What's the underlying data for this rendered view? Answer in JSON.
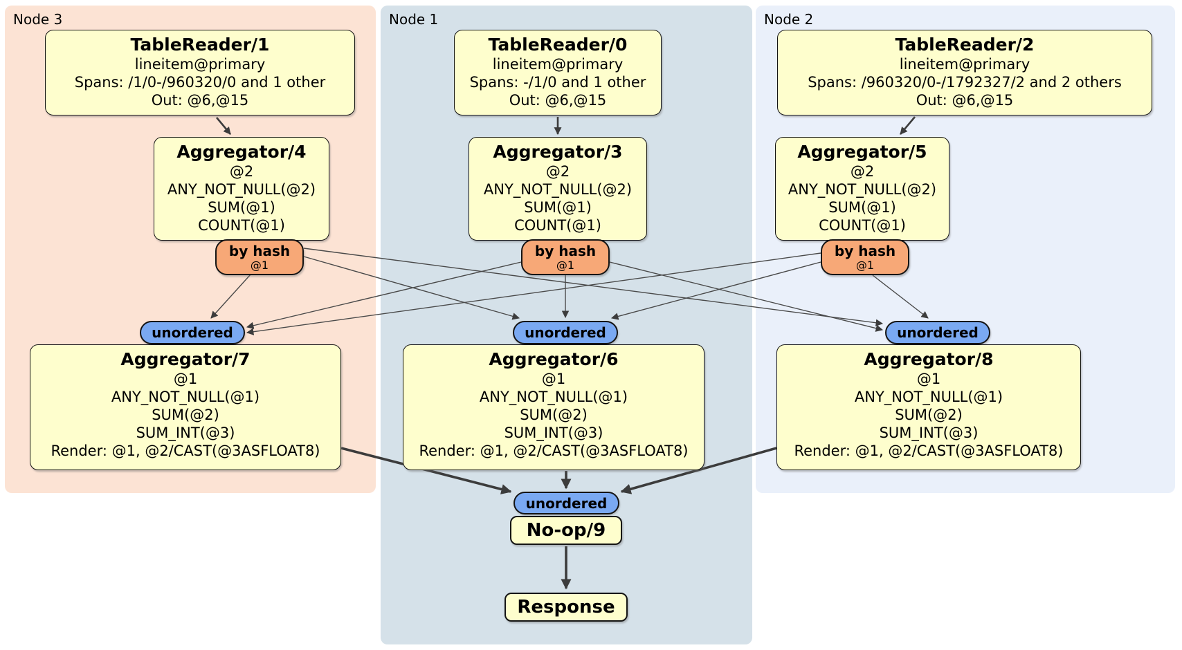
{
  "diagram": {
    "groups": [
      {
        "label": "Node 3",
        "color": "#fce3d4"
      },
      {
        "label": "Node 1",
        "color": "#d5e1e9"
      },
      {
        "label": "Node 2",
        "color": "#eaf0fa"
      }
    ],
    "routers": {
      "label": "by hash",
      "sub": "@1"
    },
    "sync": {
      "label": "unordered"
    },
    "boxes": {
      "tr1": {
        "title": "TableReader/1",
        "lines": [
          "lineitem@primary",
          "Spans: /1/0-/960320/0 and 1 other",
          "Out: @6,@15"
        ]
      },
      "tr0": {
        "title": "TableReader/0",
        "lines": [
          "lineitem@primary",
          "Spans: -/1/0 and 1 other",
          "Out: @6,@15"
        ]
      },
      "tr2": {
        "title": "TableReader/2",
        "lines": [
          "lineitem@primary",
          "Spans: /960320/0-/1792327/2 and 2 others",
          "Out: @6,@15"
        ]
      },
      "agg4": {
        "title": "Aggregator/4",
        "lines": [
          "@2",
          "ANY_NOT_NULL(@2)",
          "SUM(@1)",
          "COUNT(@1)"
        ]
      },
      "agg3": {
        "title": "Aggregator/3",
        "lines": [
          "@2",
          "ANY_NOT_NULL(@2)",
          "SUM(@1)",
          "COUNT(@1)"
        ]
      },
      "agg5": {
        "title": "Aggregator/5",
        "lines": [
          "@2",
          "ANY_NOT_NULL(@2)",
          "SUM(@1)",
          "COUNT(@1)"
        ]
      },
      "agg7": {
        "title": "Aggregator/7",
        "lines": [
          "@1",
          "ANY_NOT_NULL(@1)",
          "SUM(@2)",
          "SUM_INT(@3)",
          "Render: @1, @2/CAST(@3ASFLOAT8)"
        ]
      },
      "agg6": {
        "title": "Aggregator/6",
        "lines": [
          "@1",
          "ANY_NOT_NULL(@1)",
          "SUM(@2)",
          "SUM_INT(@3)",
          "Render: @1, @2/CAST(@3ASFLOAT8)"
        ]
      },
      "agg8": {
        "title": "Aggregator/8",
        "lines": [
          "@1",
          "ANY_NOT_NULL(@1)",
          "SUM(@2)",
          "SUM_INT(@3)",
          "Render: @1, @2/CAST(@3ASFLOAT8)"
        ]
      },
      "noop": {
        "title": "No-op/9"
      },
      "response": {
        "title": "Response"
      }
    },
    "colors": {
      "background": "#ffffff",
      "node_box_fill": "#fefecd",
      "node_box_border": "#141414",
      "router_fill": "#f7a877",
      "sync_fill": "#7aa9f2",
      "edge": "#3c3c3c",
      "group_node3": "#fce3d4",
      "group_node1": "#d5e1e9",
      "group_node2": "#eaf0fa"
    }
  }
}
